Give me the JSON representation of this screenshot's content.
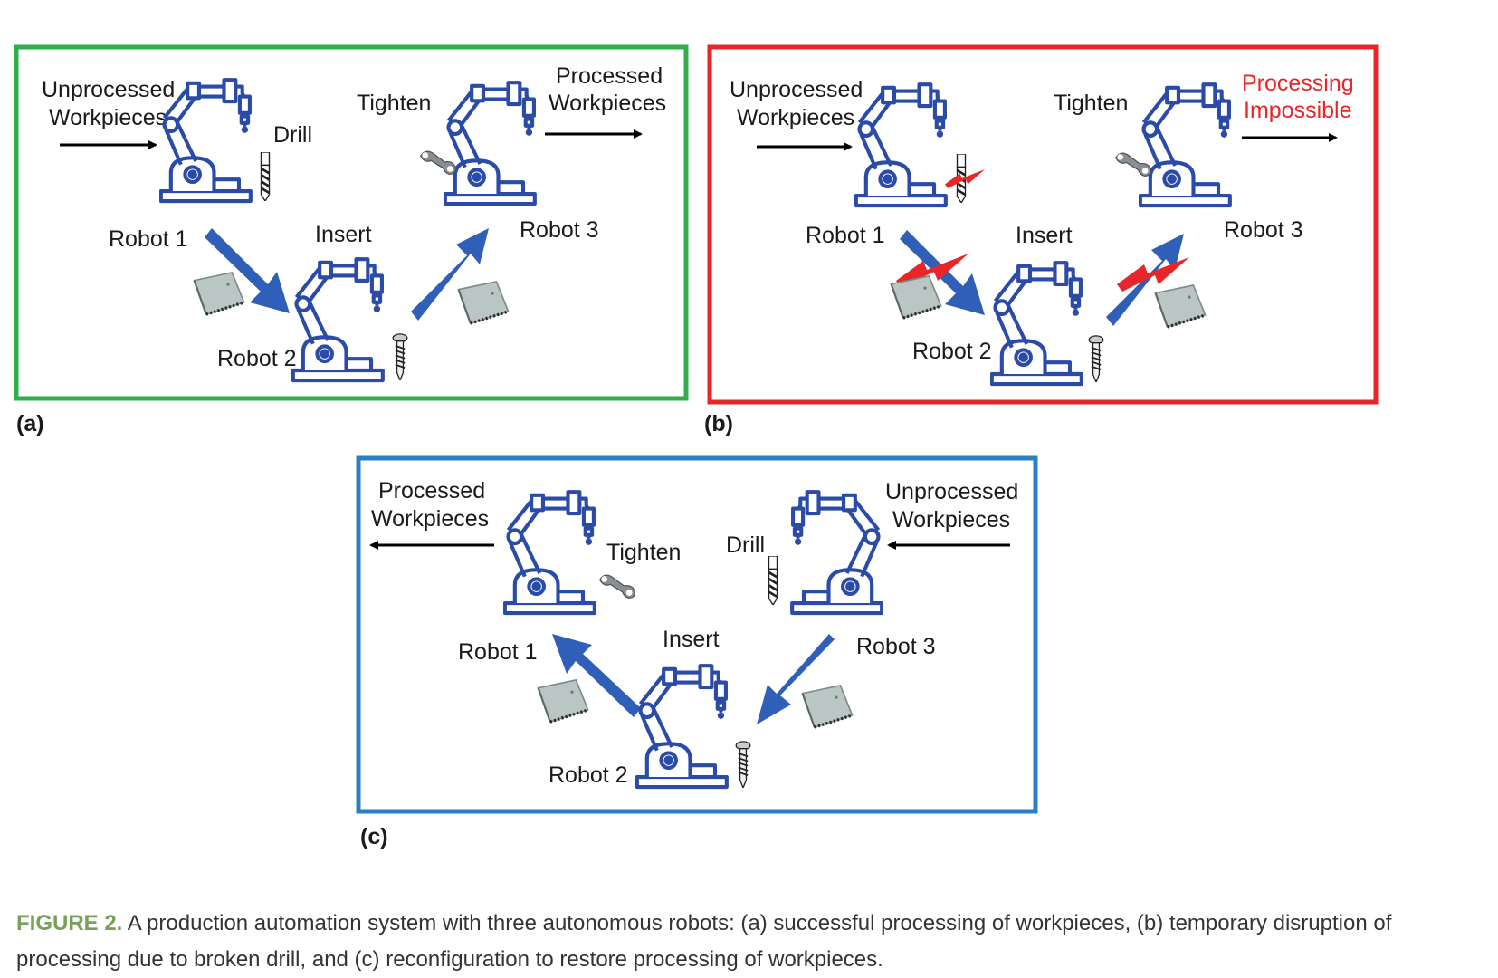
{
  "panels": [
    {
      "id": "a",
      "label": "(a)",
      "border_color": "#2fae4b",
      "input_label": [
        "Unprocessed",
        "Workpieces"
      ],
      "output_label": [
        "Processed",
        "Workpieces"
      ],
      "robot1": {
        "name": "Robot 1",
        "tool_label": "Drill"
      },
      "robot2": {
        "name": "Robot 2",
        "tool_label": "Insert"
      },
      "robot3": {
        "name": "Robot 3",
        "tool_label": "Tighten"
      }
    },
    {
      "id": "b",
      "label": "(b)",
      "border_color": "#e8262a",
      "input_label": [
        "Unprocessed",
        "Workpieces"
      ],
      "output_label": [
        "Processing",
        "Impossible"
      ],
      "output_color": "#e8262a",
      "robot1": {
        "name": "Robot 1"
      },
      "robot2": {
        "name": "Robot 2",
        "tool_label": "Insert"
      },
      "robot3": {
        "name": "Robot 3",
        "tool_label": "Tighten"
      }
    },
    {
      "id": "c",
      "label": "(c)",
      "border_color": "#2a7fc7",
      "input_label": [
        "Unprocessed",
        "Workpieces"
      ],
      "output_label": [
        "Processed",
        "Workpieces"
      ],
      "robot1": {
        "name": "Robot 1",
        "tool_label": "Tighten"
      },
      "robot2": {
        "name": "Robot 2",
        "tool_label": "Insert"
      },
      "robot3": {
        "name": "Robot 3",
        "tool_label": "Drill"
      }
    }
  ],
  "colors": {
    "robot": "#2b4ba8",
    "flow_arrow": "#2f5fb8",
    "fault": "#e8262a"
  },
  "caption": {
    "figure_label": "FIGURE 2.",
    "text": " A production automation system with three autonomous robots: (a) successful processing of workpieces, (b) temporary disruption of processing due to broken drill, and (c) reconfiguration to restore processing of workpieces."
  }
}
